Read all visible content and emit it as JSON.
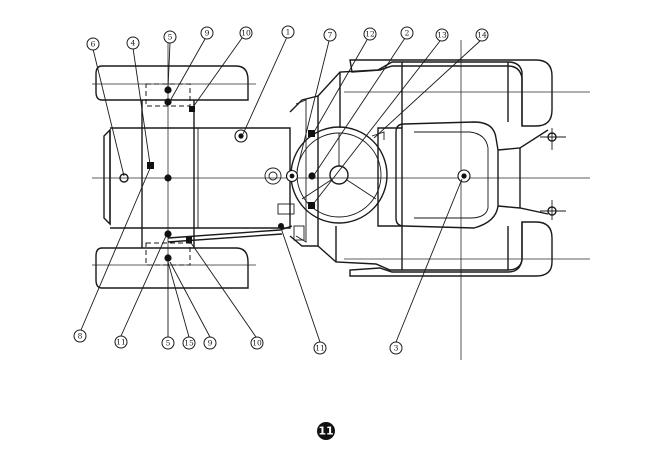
{
  "callouts": {
    "top": [
      "6",
      "4",
      "5",
      "9",
      "10",
      "1",
      "7",
      "12",
      "2",
      "13",
      "14"
    ],
    "bottom": [
      "8",
      "11",
      "5",
      "15",
      "9",
      "10",
      "11",
      "3"
    ]
  },
  "page_number": "11"
}
